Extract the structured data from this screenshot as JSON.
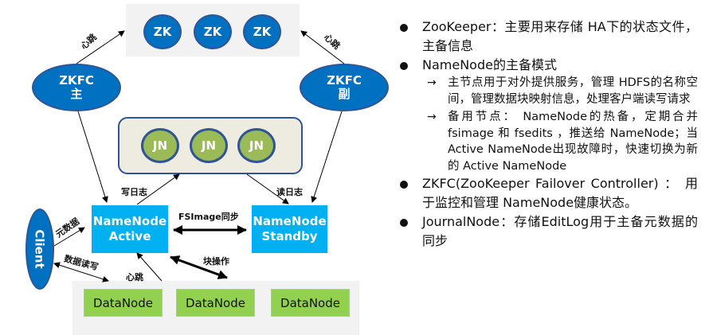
{
  "diagram": {
    "zookeeper_nodes": [
      "ZK",
      "ZK",
      "ZK"
    ],
    "journal_nodes": [
      "JN",
      "JN",
      "JN"
    ],
    "zkfc_active": {
      "line1": "ZKFC",
      "line2": "主"
    },
    "zkfc_standby": {
      "line1": "ZKFC",
      "line2": "副"
    },
    "namenode_active": {
      "line1": "NameNode",
      "line2": "Active"
    },
    "namenode_standby": {
      "line1": "NameNode",
      "line2": "Standby"
    },
    "client": "Client",
    "datanodes": [
      "DataNode",
      "DataNode",
      "DataNode"
    ],
    "labels": {
      "heartbeat_left": "心跳",
      "heartbeat_right": "心跳",
      "write_log": "写日志",
      "read_log": "读日志",
      "fsimage_sync": "FSImage同步",
      "metadata": "元数据",
      "data_rw": "数据读写",
      "heartbeat_dn": "心跳",
      "block_ops": "块操作"
    },
    "colors": {
      "zk_blue": "#0070c0",
      "namenode_cyan": "#00b0f0",
      "jn_green": "#9bbb59",
      "datanode_green": "#92d050",
      "border_navy": "#2f5597",
      "panel_grey": "#f2f2f2",
      "jn_panel": "#eeece1"
    }
  },
  "bullets": [
    {
      "text": "ZooKeeper：主要用来存储 HA下的状态文件，主备信息"
    },
    {
      "text": "NameNode的主备模式",
      "sub": [
        "主节点用于对外提供服务，管理  HDFS的名称空间，管理数据块映射信息，处理客户端读写请求",
        "备用节点： NameNode的热备，定期合并  fsimage 和 fsedits ，推送给 NameNode；当Active NameNode出现故障时，快速切换为新的  Active NameNode"
      ]
    },
    {
      "text": "ZKFC(ZooKeeper Failover Controller) ： 用于监控和管理 NameNode健康状态。"
    },
    {
      "text": "JournalNode：存储EditLog用于主备元数据的同步"
    }
  ]
}
